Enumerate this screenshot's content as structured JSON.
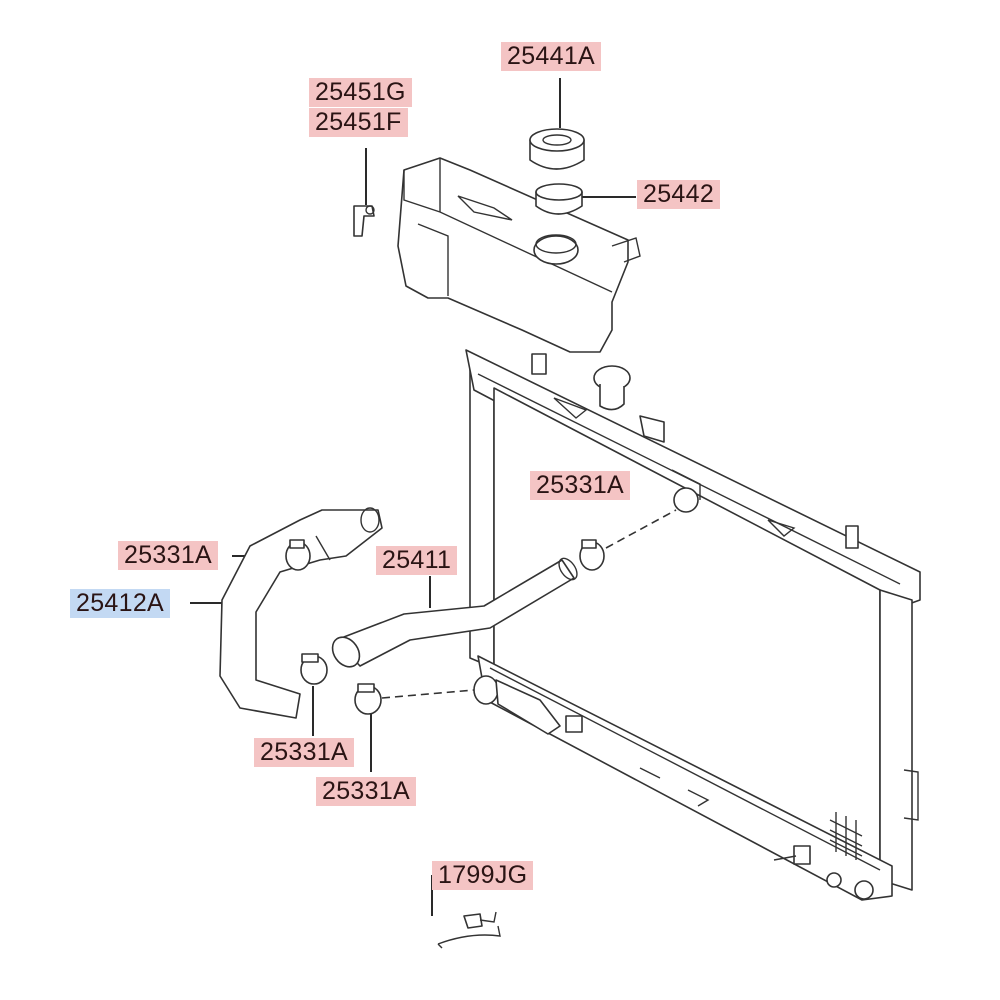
{
  "labels": {
    "cap_25441A": "25441A",
    "hose_25451G": "25451G",
    "hose_25451F": "25451F",
    "seal_25442": "25442",
    "clamp_upper_right": "25331A",
    "clamp_upper_left": "25331A",
    "hose_25411": "25411",
    "hose_25412A": "25412A",
    "clamp_lower_left": "25331A",
    "clamp_lower_right": "25331A",
    "bolt_1799JG": "1799JG"
  },
  "colors": {
    "label_red": "#f4c4c4",
    "label_blue": "#c3d9f3",
    "line": "#2a2a2a"
  }
}
